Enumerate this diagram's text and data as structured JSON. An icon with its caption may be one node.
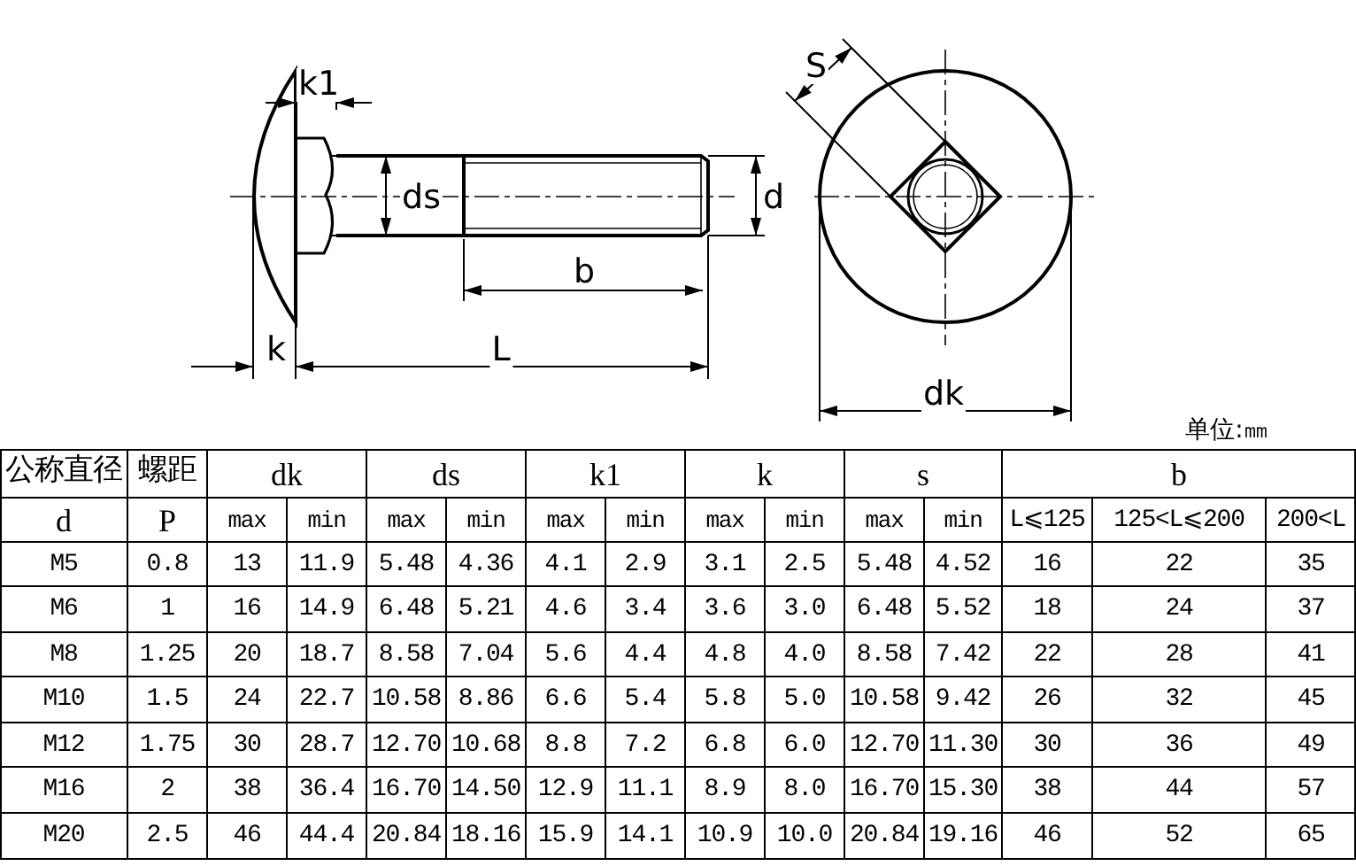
{
  "diagram": {
    "labels": [
      "k1",
      "ds",
      "d",
      "b",
      "k",
      "L",
      "S",
      "dk",
      "单位:㎜",
      "公称直径",
      "螺距",
      "dk",
      "ds",
      "k1",
      "k",
      "s",
      "b",
      "d",
      "P",
      "max",
      "min",
      "max",
      "min",
      "max",
      "min",
      "max",
      "min",
      "max",
      "min",
      "L⩽125",
      "125<L⩽200",
      "200<L",
      "M5",
      "0.8",
      "13",
      "11.9",
      "5.48",
      "4.36",
      "4.1",
      "2.9",
      "3.1",
      "2.5",
      "5.48",
      "4.52",
      "16",
      "22",
      "35",
      "M6",
      "1",
      "16",
      "14.9",
      "6.48",
      "5.21",
      "4.6",
      "3.4",
      "3.6",
      "3.0",
      "6.48",
      "5.52",
      "18",
      "24",
      "37",
      "M8",
      "1.25",
      "20",
      "18.7",
      "8.58",
      "7.04",
      "5.6",
      "4.4",
      "4.8",
      "4.0",
      "8.58",
      "7.42",
      "22",
      "28",
      "41",
      "M10",
      "1.5",
      "24",
      "22.7",
      "10.58",
      "8.86",
      "6.6",
      "5.4",
      "5.8",
      "5.0",
      "10.58",
      "9.42",
      "26",
      "32",
      "45",
      "M12",
      "1.75",
      "30",
      "28.7",
      "12.70",
      "10.68",
      "8.8",
      "7.2",
      "6.8",
      "6.0",
      "12.70",
      "11.30",
      "30",
      "36",
      "49",
      "M16",
      "2",
      "38",
      "36.4",
      "16.70",
      "14.50",
      "12.9",
      "11.1",
      "8.9",
      "8.0",
      "16.70",
      "15.30",
      "38",
      "44",
      "57",
      "M20",
      "2.5",
      "46",
      "44.4",
      "20.84",
      "18.16",
      "15.9",
      "14.1",
      "10.9",
      "10.0",
      "20.84",
      "19.16",
      "46",
      "52",
      "65"
    ]
  }
}
